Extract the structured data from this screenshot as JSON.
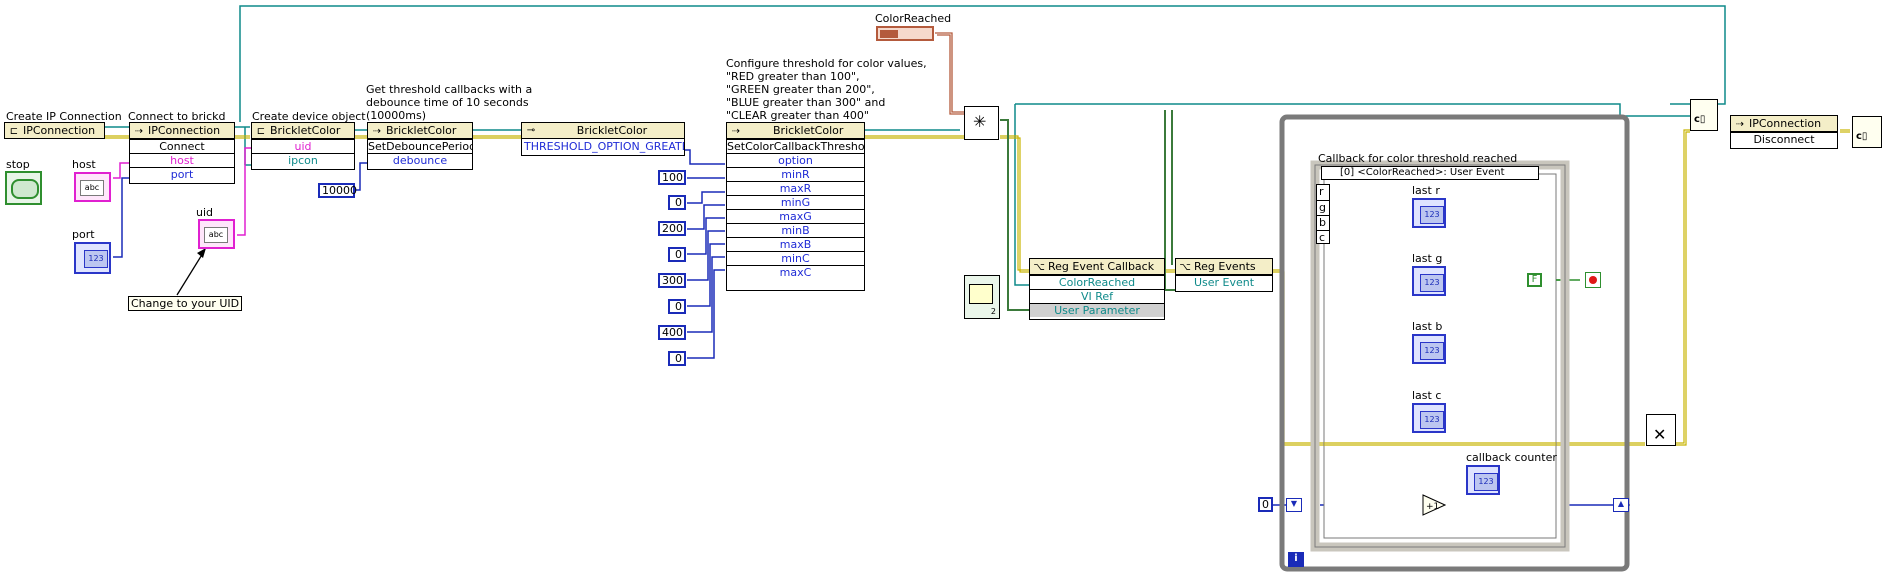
{
  "labels": {
    "create_ip": "Create IP Connection",
    "connect_brickd": "Connect to brickd",
    "create_device": "Create device object",
    "debounce_comment": [
      "Get threshold callbacks with a",
      "debounce time of 10 seconds",
      "(10000ms)"
    ],
    "threshold_comment": [
      "Configure threshold for color values,",
      "\"RED greater than 100\",",
      "\"GREEN greater than 200\",",
      "\"BLUE greater than 300\" and",
      "\"CLEAR greater than 400\""
    ],
    "color_reached": "ColorReached",
    "stop": "stop",
    "host": "host",
    "port": "port",
    "uid": "uid",
    "change_uid": "Change to your UID",
    "callback_comment": "Callback for color threshold reached",
    "last_r": "last r",
    "last_g": "last g",
    "last_b": "last b",
    "last_c": "last c",
    "callback_counter": "callback counter"
  },
  "nodes": {
    "ipconn_ctor": "IPConnection",
    "connect": {
      "class": "IPConnection",
      "method": "Connect",
      "params": [
        "host",
        "port"
      ]
    },
    "bricklet_ctor": {
      "class": "BrickletColor",
      "params": [
        "uid",
        "ipcon"
      ]
    },
    "debounce": {
      "class": "BrickletColor",
      "method": "SetDebouncePeriod",
      "params": [
        "debounce"
      ]
    },
    "threshold_enum": {
      "class": "BrickletColor",
      "value": "THRESHOLD_OPTION_GREATER"
    },
    "threshold": {
      "class": "BrickletColor",
      "method": "SetColorCallbackThreshold",
      "params": [
        "option",
        "minR",
        "maxR",
        "minG",
        "maxG",
        "minB",
        "maxB",
        "minC",
        "maxC"
      ]
    },
    "reg_callback": {
      "title": "Reg Event Callback",
      "params": [
        "ColorReached",
        "VI Ref",
        "User Parameter"
      ]
    },
    "reg_events": {
      "title": "Reg Events",
      "params": [
        "User Event"
      ]
    },
    "disconnect": {
      "class": "IPConnection",
      "method": "Disconnect"
    },
    "event_case": "[0] <ColorReached>: User Event",
    "cluster_fields": [
      "r",
      "g",
      "b",
      "c"
    ]
  },
  "constants": {
    "debounce": "10000",
    "thresholds": [
      "100",
      "0",
      "200",
      "0",
      "300",
      "0",
      "400",
      "0"
    ],
    "loop_init": "0",
    "false_const": "F",
    "loop_index": "i"
  },
  "icons": {
    "control_glyph": "abc",
    "numeric_glyph": "123",
    "vi_ref": "2"
  },
  "colors": {
    "class_wire": "#0f8a8a",
    "error_wire": "#c8b400",
    "event_wire": "#b45a3c",
    "int_wire": "#1a2bb8",
    "string_wire": "#e020d0"
  }
}
